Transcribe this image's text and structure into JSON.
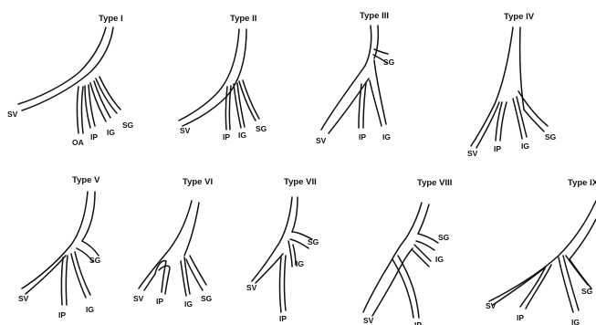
{
  "types": [
    {
      "title": "Type I",
      "labels": [
        "SV",
        "OA",
        "IP",
        "IG",
        "SG"
      ]
    },
    {
      "title": "Type II",
      "labels": [
        "SV",
        "IP",
        "IG",
        "SG"
      ]
    },
    {
      "title": "Type III",
      "labels": [
        "SG",
        "SV",
        "IP",
        "IG"
      ]
    },
    {
      "title": "Type IV",
      "labels": [
        "SV",
        "IP",
        "IG",
        "SG"
      ]
    },
    {
      "title": "Type V",
      "labels": [
        "SG",
        "SV",
        "IP",
        "IG"
      ]
    },
    {
      "title": "Type VI",
      "labels": [
        "SV",
        "IP",
        "IG",
        "SG"
      ]
    },
    {
      "title": "Type VII",
      "labels": [
        "SG",
        "IG",
        "SV",
        "IP"
      ]
    },
    {
      "title": "Type VIII",
      "labels": [
        "SG",
        "IG",
        "SV",
        "IP"
      ]
    },
    {
      "title": "Type IX",
      "labels": [
        "SV",
        "IP",
        "IG",
        "SG"
      ]
    }
  ]
}
